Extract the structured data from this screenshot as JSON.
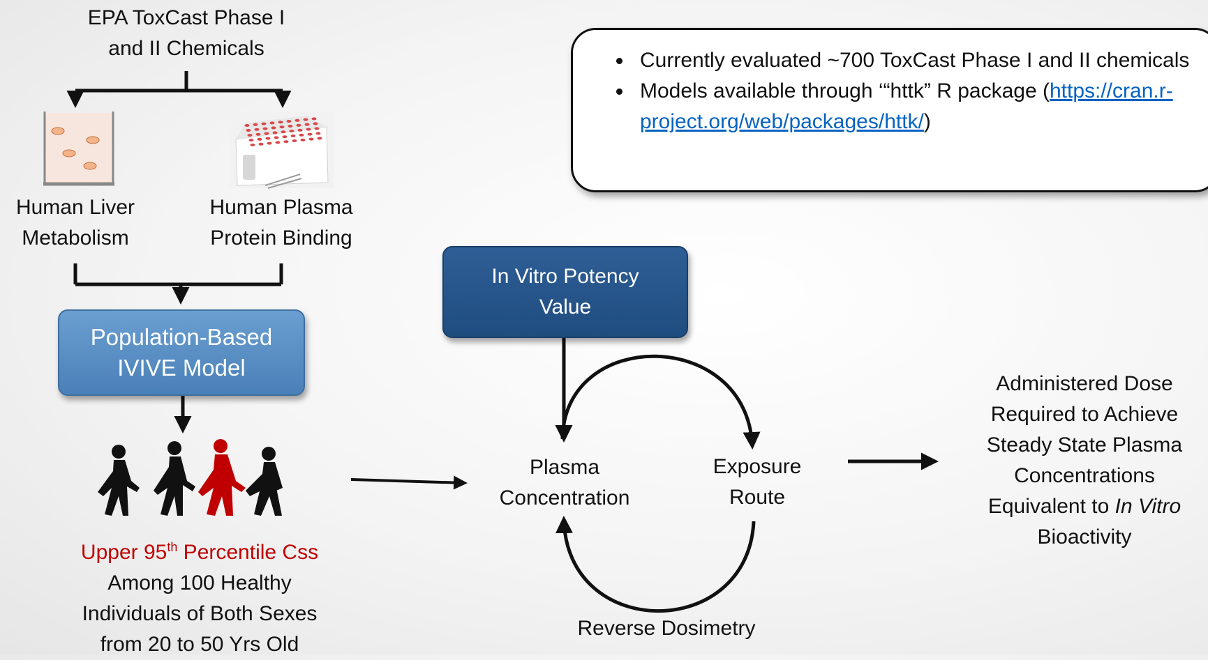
{
  "source": {
    "line1": "EPA ToxCast Phase I",
    "line2": "and II Chemicals"
  },
  "liver": {
    "line1": "Human Liver",
    "line2": "Metabolism"
  },
  "plasma_binding": {
    "line1": "Human Plasma",
    "line2": "Protein Binding"
  },
  "model_box": {
    "line1": "Population-Based",
    "line2": "IVIVE Model"
  },
  "population": {
    "red_prefix": "Upper 95",
    "red_sup": "th",
    "red_suffix": " Percentile Css",
    "line2": "Among 100 Healthy",
    "line3": "Individuals of Both Sexes",
    "line4": "from 20 to 50 Yrs Old"
  },
  "info": {
    "bullet1": "Currently evaluated ~700 ToxCast Phase I and II chemicals",
    "bullet2_prefix": "Models available through ‘“httk” R package (",
    "bullet2_link": "https://cran.r-project.org/web/packages/httk/",
    "bullet2_suffix": ")"
  },
  "potency_box": {
    "line1": "In Vitro Potency",
    "line2": "Value"
  },
  "cycle": {
    "left_line1": "Plasma",
    "left_line2": "Concentration",
    "right_line1": "Exposure",
    "right_line2": "Route",
    "bottom": "Reverse Dosimetry"
  },
  "output": {
    "line1": "Administered Dose",
    "line2": "Required to Achieve",
    "line3": "Steady State Plasma",
    "line4": "Concentrations",
    "line5_prefix": "Equivalent to ",
    "line5_italic": "In Vitro",
    "line6": "Bioactivity"
  },
  "colors": {
    "accent_red": "#c00000",
    "light_box": "#5a8fc6",
    "dark_box": "#2a5a8f",
    "link": "#0563c1"
  },
  "icons": [
    "liver-cells-icon",
    "well-plate-icon",
    "people-group-icon"
  ]
}
